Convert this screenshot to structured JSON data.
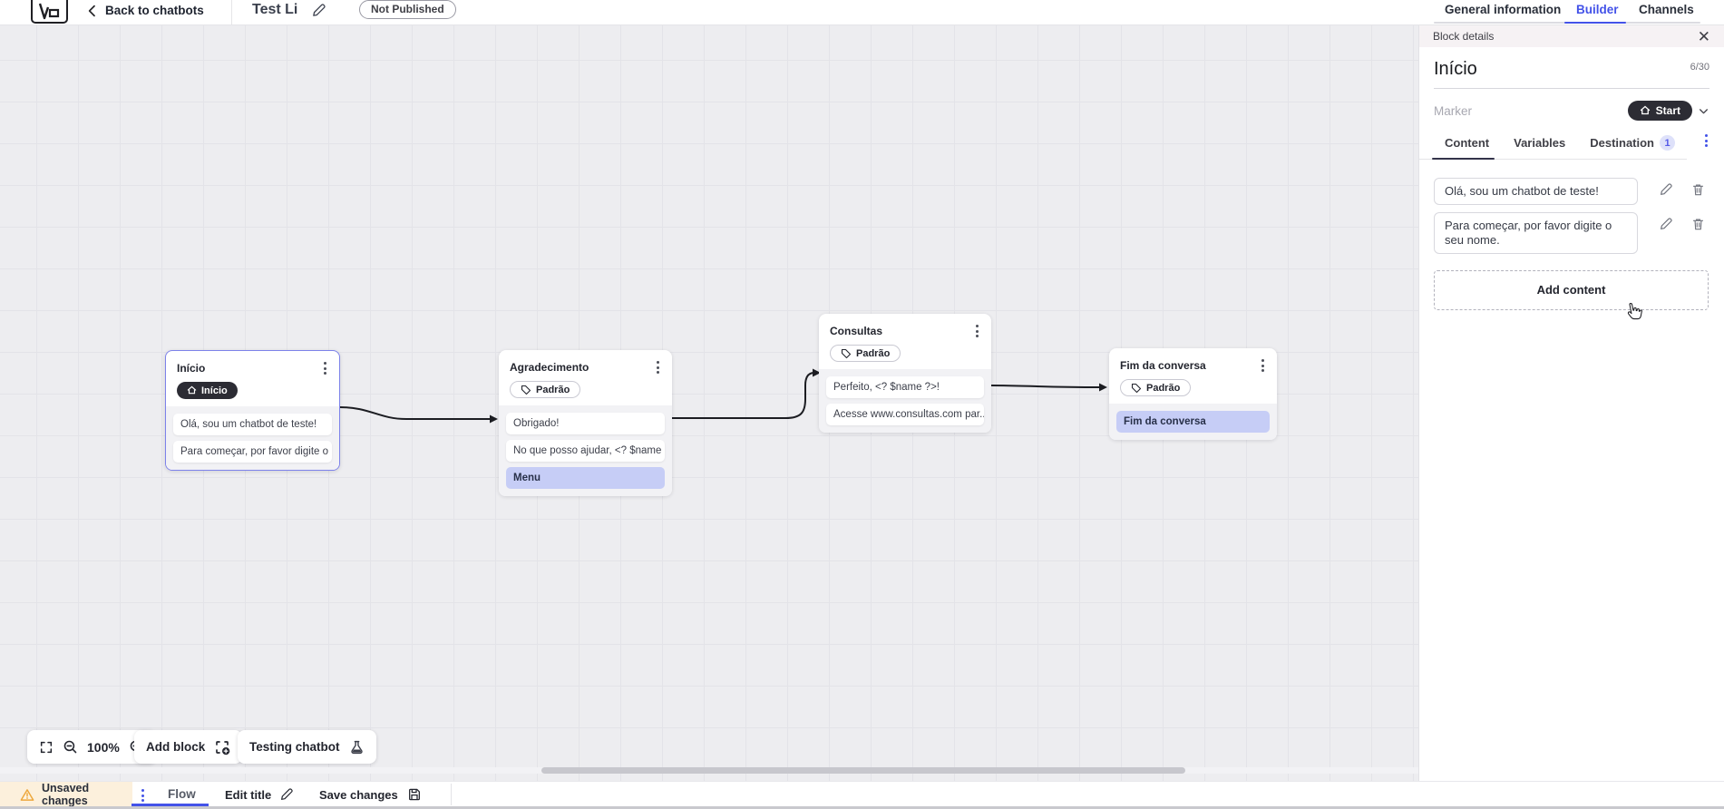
{
  "colors": {
    "accent": "#4352e8",
    "selected_block_border": "#7d82ea",
    "highlight_item_bg": "#c6cdf6",
    "dark_pill_bg": "#2c2c34",
    "warning_bg": "#fcf0dc",
    "warning_icon": "#eda73c",
    "canvas_bg": "#ededf0"
  },
  "icons": {
    "kebab": "vertical-dots",
    "close": "×",
    "chevron_down": "⌄",
    "back": "chevron-left",
    "edit": "pencil",
    "delete": "trash",
    "marker": "home",
    "tag": "label-tag",
    "warning": "triangle-exclamation",
    "save": "floppy-disk",
    "test": "flask",
    "add_block": "dashed-square-plus",
    "fullscreen": "expand-corners",
    "zoom_out": "magnifier-minus",
    "zoom_in": "magnifier-plus"
  },
  "topbar": {
    "back_label": "Back to chatbots",
    "title": "Test Li",
    "status_badge": "Not Published",
    "tabs": [
      {
        "label": "General information",
        "active": false
      },
      {
        "label": "Builder",
        "active": true
      },
      {
        "label": "Channels",
        "active": false
      }
    ]
  },
  "canvas": {
    "blocks": [
      {
        "title": "Início",
        "badge": "Início",
        "badge_type": "start",
        "selected": true,
        "items": [
          {
            "text": "Olá, sou um chatbot de teste!",
            "highlight": false
          },
          {
            "text": "Para começar, por favor digite o ...",
            "highlight": false
          }
        ]
      },
      {
        "title": "Agradecimento",
        "badge": "Padrão",
        "badge_type": "default",
        "selected": false,
        "items": [
          {
            "text": "Obrigado!",
            "highlight": false
          },
          {
            "text": "No que posso ajudar, <? $name ...",
            "highlight": false
          },
          {
            "text": "Menu",
            "highlight": true
          }
        ]
      },
      {
        "title": "Consultas",
        "badge": "Padrão",
        "badge_type": "default",
        "selected": false,
        "items": [
          {
            "text": "Perfeito, <? $name ?>!",
            "highlight": false
          },
          {
            "text": "Acesse www.consultas.com par...",
            "highlight": false
          }
        ]
      },
      {
        "title": "Fim da conversa",
        "badge": "Padrão",
        "badge_type": "default",
        "selected": false,
        "items": [
          {
            "text": "Fim da conversa",
            "highlight": true
          }
        ]
      }
    ],
    "toolbar": {
      "zoom_level": "100%",
      "add_block_label": "Add block",
      "testing_label": "Testing chatbot"
    }
  },
  "panel": {
    "header": "Block details",
    "block_name": "Início",
    "char_counter": "6/30",
    "marker_label": "Marker",
    "marker_value": "Start",
    "tabs": [
      {
        "label": "Content",
        "active": true
      },
      {
        "label": "Variables",
        "active": false
      },
      {
        "label": "Destination",
        "active": false,
        "badge": "1"
      }
    ],
    "contents": [
      {
        "text": "Olá, sou um chatbot de teste!"
      },
      {
        "text": "Para começar, por favor digite o seu nome."
      }
    ],
    "add_content_label": "Add content"
  },
  "statusbar": {
    "unsaved_label": "Unsaved changes",
    "flow_tab": "Flow",
    "edit_title_label": "Edit title",
    "save_label": "Save changes"
  }
}
